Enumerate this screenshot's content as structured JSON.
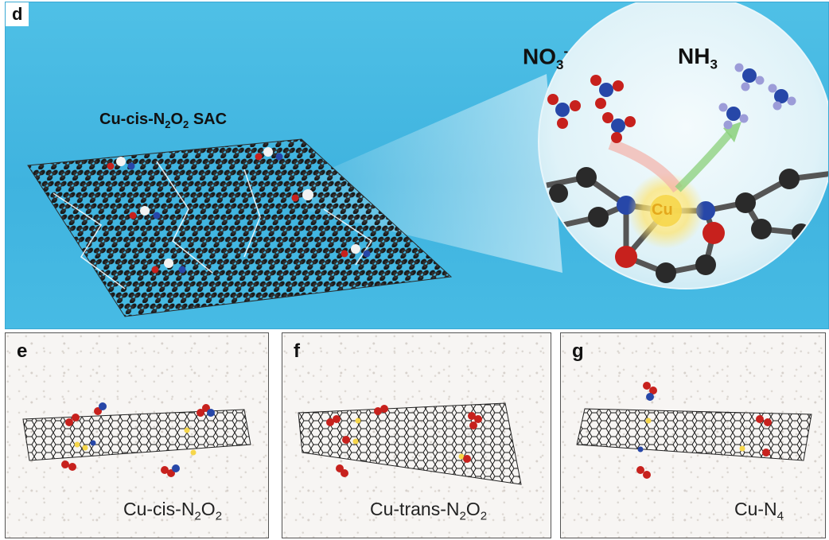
{
  "panels": {
    "d": {
      "label": "d",
      "sac_label": {
        "main": "Cu-cis-N",
        "sub1": "2",
        "mid": "O",
        "sub2": "2",
        "tail": " SAC"
      },
      "reactant": {
        "main": "NO",
        "sub": "3",
        "sup": "-"
      },
      "product": {
        "main": "NH",
        "sub": "3"
      },
      "metal_label": "Cu"
    },
    "e": {
      "label": "e",
      "caption": {
        "main": "Cu-cis-N",
        "sub1": "2",
        "mid": "O",
        "sub2": "2"
      }
    },
    "f": {
      "label": "f",
      "caption": {
        "main": "Cu-trans-N",
        "sub1": "2",
        "mid": "O",
        "sub2": "2"
      }
    },
    "g": {
      "label": "g",
      "caption": {
        "main": "Cu-N",
        "sub1": "4"
      }
    }
  },
  "colors": {
    "background_blue": "#47bbe4",
    "carbon": "#222222",
    "oxygen": "#c7211d",
    "nitrogen": "#2747a8",
    "copper": "#f6d64a",
    "hydrogen": "#9c9cd8"
  }
}
